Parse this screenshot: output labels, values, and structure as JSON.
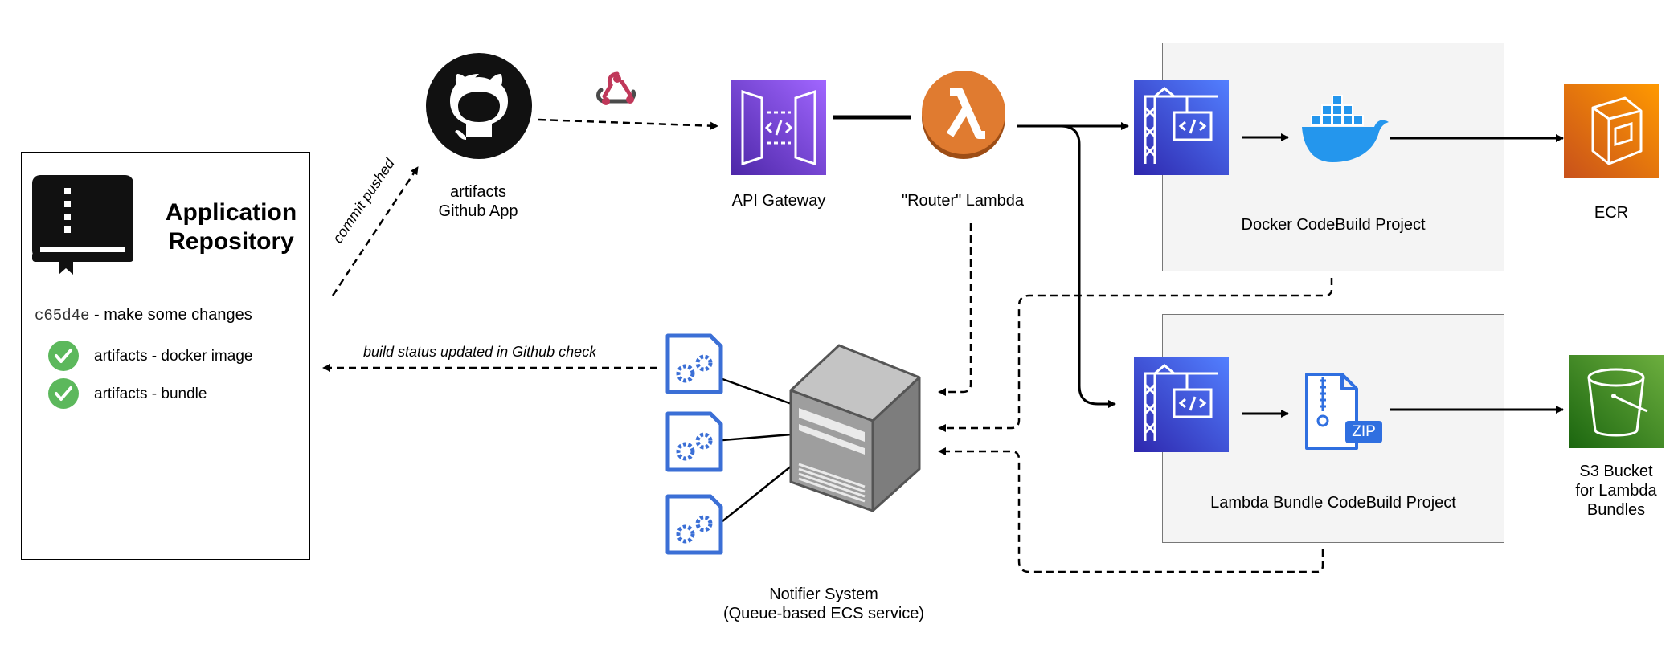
{
  "repo": {
    "title_line1": "Application",
    "title_line2": "Repository",
    "commit_hash": "c65d4e",
    "commit_message": " - make some changes",
    "checks": [
      {
        "label": "artifacts - docker image",
        "status": "passed"
      },
      {
        "label": "artifacts - bundle",
        "status": "passed"
      }
    ]
  },
  "edges": {
    "commit_pushed": "commit pushed",
    "build_status": "build status updated in Github check"
  },
  "github_app": {
    "line1": "artifacts",
    "line2": "Github App"
  },
  "api_gateway": {
    "label": "API Gateway"
  },
  "router_lambda": {
    "label": "\"Router\" Lambda"
  },
  "docker_project": {
    "label": "Docker CodeBuild Project"
  },
  "lambda_project": {
    "label": "Lambda Bundle CodeBuild Project"
  },
  "ecr": {
    "label": "ECR"
  },
  "s3": {
    "line1": "S3 Bucket",
    "line2": "for Lambda",
    "line3": "Bundles"
  },
  "notifier": {
    "line1": "Notifier System",
    "line2": "(Queue-based ECS service)"
  },
  "zip_text": "ZIP",
  "colors": {
    "api_gateway": "#7b3fe4",
    "lambda": "#e07b30",
    "codebuild": "#3f4ee8",
    "ecr": "#e0731c",
    "s3": "#4b8a2c",
    "check": "#5cb85c",
    "docker": "#2496ed",
    "config_file": "#3b6fd6"
  }
}
